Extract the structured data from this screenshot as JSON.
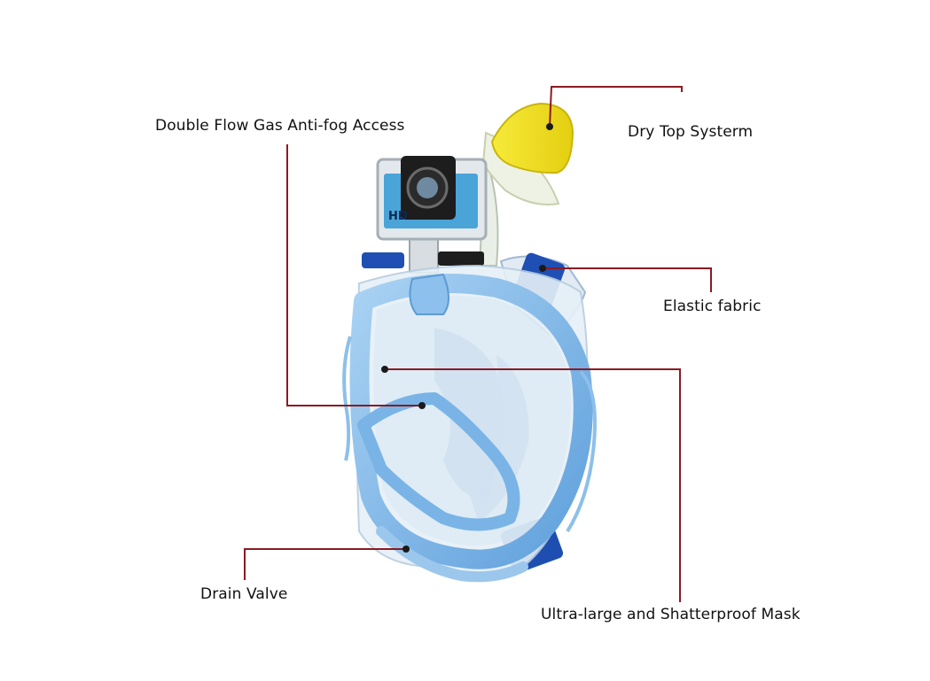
{
  "callouts": {
    "anti_fog": "Double Flow Gas Anti-fog Access",
    "dry_top": "Dry Top Systerm",
    "elastic": "Elastic fabric",
    "drain": "Drain Valve",
    "mask": "Ultra-large and Shatterproof Mask"
  },
  "camera_text": "HD",
  "colors": {
    "leader_line": "#8b1a22",
    "mask_blue": "#7fb8e8",
    "strap_blue": "#1e4fb0",
    "snorkel_yellow": "#f2e224",
    "camera_housing": "#dde4ea"
  }
}
